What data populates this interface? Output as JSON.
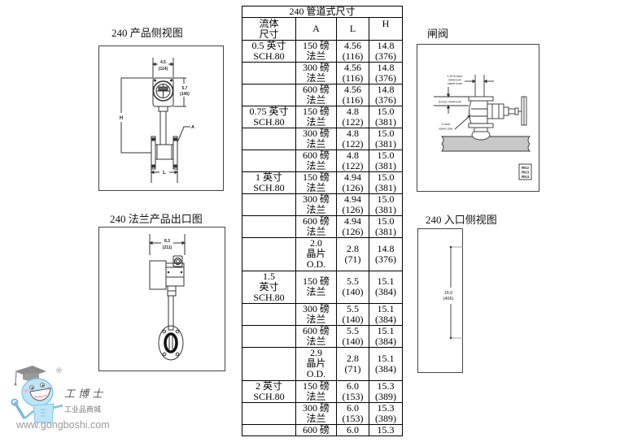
{
  "diagrams": {
    "side_view": {
      "title": "240 产品侧视图",
      "dim_width": "4.5",
      "dim_width_mm": "(114)",
      "dim_head": "5.7",
      "dim_head_mm": "(145)",
      "label_h": "H",
      "label_l": "L",
      "label_a": "A"
    },
    "flange_outlet": {
      "title": "240 法兰产品出口图",
      "dim_width": "8.3",
      "dim_width_mm": "(211)"
    },
    "gate_valve": {
      "title": "闸阀",
      "bore_label": [
        "1.875-inch",
        "minimum",
        "valve bore"
      ],
      "min_label": "3-inch minimum",
      "size_label": [
        "2-inch",
        "valve size"
      ],
      "codes": [
        "RK2",
        "RK3",
        "RK4"
      ]
    },
    "inlet_side": {
      "title": "240 入口侧视图",
      "dim": "16.0",
      "dim_mm": "(406)"
    }
  },
  "table": {
    "title": "240 管道式尺寸",
    "headers": {
      "fluid_size": [
        "流体",
        "尺寸"
      ],
      "a": "A",
      "l": "L",
      "h": "H"
    },
    "rows": [
      {
        "fluid_size": [
          "0.5 英寸",
          "SCH.80"
        ],
        "a": [
          "150 磅",
          "法兰"
        ],
        "l": [
          "4.56",
          "(116)"
        ],
        "h": [
          "14.8",
          "(376)"
        ]
      },
      {
        "fluid_size": [],
        "a": [
          "300 磅",
          "法兰"
        ],
        "l": [
          "4.56",
          "(116)"
        ],
        "h": [
          "14.8",
          "(376)"
        ]
      },
      {
        "fluid_size": [],
        "a": [
          "600 磅",
          "法兰"
        ],
        "l": [
          "4.56",
          "(116)"
        ],
        "h": [
          "14.8",
          "(376)"
        ]
      },
      {
        "fluid_size": [
          "0.75 英寸",
          "SCH.80"
        ],
        "a": [
          "150 磅",
          "法兰"
        ],
        "l": [
          "4.8",
          "(122)"
        ],
        "h": [
          "15.0",
          "(381)"
        ]
      },
      {
        "fluid_size": [],
        "a": [
          "300 磅",
          "法兰"
        ],
        "l": [
          "4.8",
          "(122)"
        ],
        "h": [
          "15.0",
          "(381)"
        ]
      },
      {
        "fluid_size": [],
        "a": [
          "600 磅",
          "法兰"
        ],
        "l": [
          "4.8",
          "(122)"
        ],
        "h": [
          "15.0",
          "(381)"
        ]
      },
      {
        "fluid_size": [
          "1 英寸",
          "SCH.80"
        ],
        "a": [
          "150 磅",
          "法兰"
        ],
        "l": [
          "4.94",
          "(126)"
        ],
        "h": [
          "15.0",
          "(381)"
        ]
      },
      {
        "fluid_size": [],
        "a": [
          "300 磅",
          "法兰"
        ],
        "l": [
          "4.94",
          "(126)"
        ],
        "h": [
          "15.0",
          "(381)"
        ]
      },
      {
        "fluid_size": [],
        "a": [
          "600 磅",
          "法兰"
        ],
        "l": [
          "4.94",
          "(126)"
        ],
        "h": [
          "15.0",
          "(381)"
        ]
      },
      {
        "fluid_size": [],
        "a": [
          "2.0",
          "晶片",
          "O.D."
        ],
        "l": [
          "2.8",
          "(71)"
        ],
        "h": [
          "14.8",
          "(376)"
        ]
      },
      {
        "fluid_size": [
          "1.5",
          "英寸",
          "SCH.80"
        ],
        "a": [
          "150 磅",
          "法兰"
        ],
        "l": [
          "5.5",
          "(140)"
        ],
        "h": [
          "15.1",
          "(384)"
        ]
      },
      {
        "fluid_size": [],
        "a": [
          "300 磅",
          "法兰"
        ],
        "l": [
          "5.5",
          "(140)"
        ],
        "h": [
          "15.1",
          "(384)"
        ]
      },
      {
        "fluid_size": [],
        "a": [
          "600 磅",
          "法兰"
        ],
        "l": [
          "5.5",
          "(140)"
        ],
        "h": [
          "15.1",
          "(384)"
        ]
      },
      {
        "fluid_size": [],
        "a": [
          "2.9",
          "晶片",
          "O.D."
        ],
        "l": [
          "2.8",
          "(71)"
        ],
        "h": [
          "15.1",
          "(384)"
        ]
      },
      {
        "fluid_size": [
          "2 英寸",
          "SCH.80"
        ],
        "a": [
          "150 磅",
          "法兰"
        ],
        "l": [
          "6.0",
          "(153)"
        ],
        "h": [
          "15.3",
          "(389)"
        ]
      },
      {
        "fluid_size": [],
        "a": [
          "300 磅",
          "法兰"
        ],
        "l": [
          "6.0",
          "(153)"
        ],
        "h": [
          "15.3",
          "(389)"
        ]
      },
      {
        "fluid_size": [],
        "a": [
          "600 磅"
        ],
        "l": [
          "6.0"
        ],
        "h": [
          "15.3"
        ]
      }
    ]
  },
  "watermark": {
    "registered": "®",
    "brand": "工博士",
    "subtitle": "工业品商城",
    "url": "www.gongboshi.com",
    "mascot_color": "#bfe4f6"
  }
}
